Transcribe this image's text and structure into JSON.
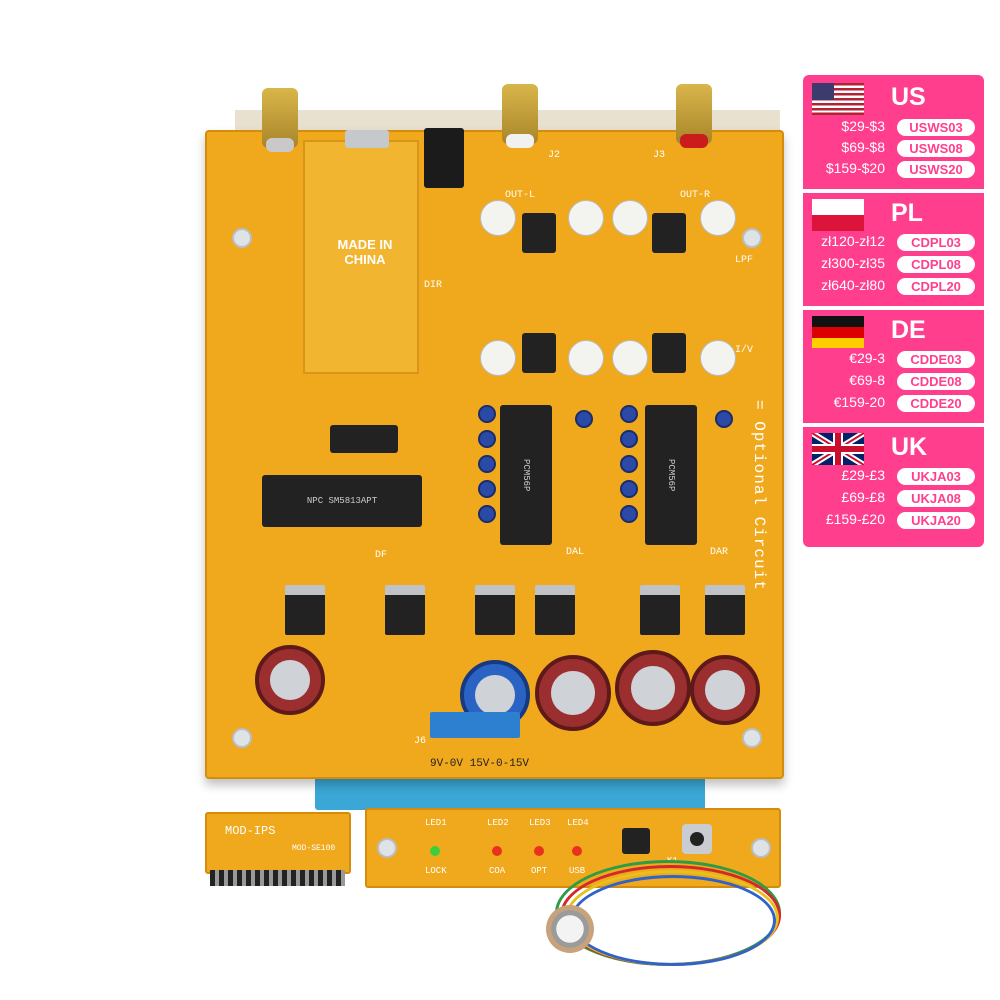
{
  "board": {
    "module_text": "MADE IN CHINA",
    "side_label": "= Optional Circuit",
    "dac_chip_label": "PCM56P",
    "df_chip_label": "NPC SM5813APT",
    "silk_labels": [
      "LPF",
      "I/V",
      "DF",
      "DAL",
      "DAR",
      "J2",
      "J3",
      "J6",
      "DIR",
      "OUT-L",
      "OUT-R"
    ],
    "power_label": "9V-0V 15V-0-15V"
  },
  "ips_board": {
    "label": "MOD-IPS",
    "sublabel": "MOD-SE100"
  },
  "led_board": {
    "leds": [
      {
        "id": "LED1",
        "label": "LOCK",
        "color": "#3ccf3c"
      },
      {
        "id": "LED2",
        "label": "COA",
        "color": "#e8321e"
      },
      {
        "id": "LED3",
        "label": "OPT",
        "color": "#e8321e"
      },
      {
        "id": "LED4",
        "label": "USB",
        "color": "#e8321e"
      }
    ],
    "button_label": "K1"
  },
  "prices": [
    {
      "code": "US",
      "flag": "us-flag-icon",
      "rows": [
        {
          "amount": "$29-$3",
          "coupon": "USWS03"
        },
        {
          "amount": "$69-$8",
          "coupon": "USWS08"
        },
        {
          "amount": "$159-$20",
          "coupon": "USWS20"
        }
      ]
    },
    {
      "code": "PL",
      "flag": "poland-flag-icon",
      "rows": [
        {
          "amount": "zł120-zł12",
          "coupon": "CDPL03"
        },
        {
          "amount": "zł300-zł35",
          "coupon": "CDPL08"
        },
        {
          "amount": "zł640-zł80",
          "coupon": "CDPL20"
        }
      ]
    },
    {
      "code": "DE",
      "flag": "germany-flag-icon",
      "rows": [
        {
          "amount": "€29-3",
          "coupon": "CDDE03"
        },
        {
          "amount": "€69-8",
          "coupon": "CDDE08"
        },
        {
          "amount": "€159-20",
          "coupon": "CDDE20"
        }
      ]
    },
    {
      "code": "UK",
      "flag": "uk-flag-icon",
      "rows": [
        {
          "amount": "£29-£3",
          "coupon": "UKJA03"
        },
        {
          "amount": "£69-£8",
          "coupon": "UKJA08"
        },
        {
          "amount": "£159-£20",
          "coupon": "UKJA20"
        }
      ]
    }
  ]
}
